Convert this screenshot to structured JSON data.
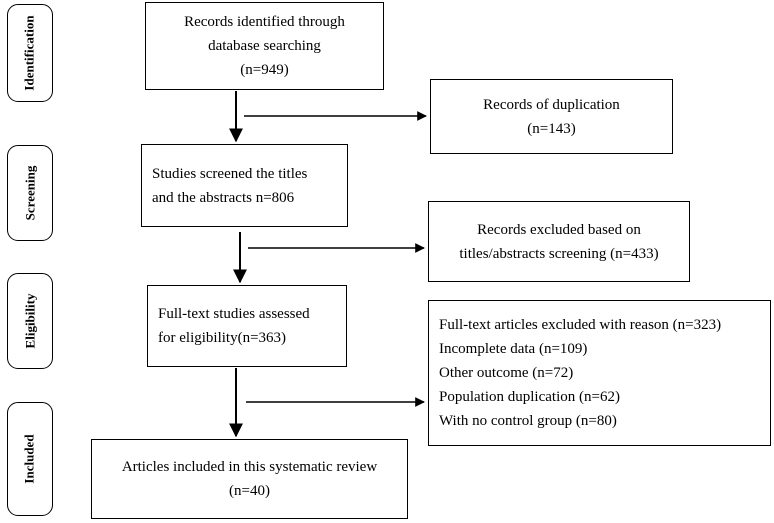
{
  "phases": {
    "identification": "Identification",
    "screening": "Screening",
    "eligibility": "Eligibility",
    "included": "Included"
  },
  "boxes": {
    "identified": {
      "line1": "Records identified through",
      "line2": "database searching",
      "line3": "(n=949)"
    },
    "duplication": {
      "line1": "Records of duplication",
      "line2": "(n=143)"
    },
    "screened": {
      "line1": "Studies screened the titles",
      "line2": "and the abstracts n=806"
    },
    "excluded_screening": {
      "line1": "Records excluded based on",
      "line2": "titles/abstracts screening (n=433)"
    },
    "fulltext": {
      "line1": "Full-text studies assessed",
      "line2": "for eligibility(n=363)"
    },
    "excluded_fulltext": {
      "items": [
        "Full-text articles excluded with reason (n=323)",
        "Incomplete data (n=109)",
        "Other outcome (n=72)",
        "Population duplication (n=62)",
        "With no control group (n=80)"
      ]
    },
    "included": {
      "line1": "Articles included in this systematic review",
      "line2": "(n=40)"
    }
  }
}
